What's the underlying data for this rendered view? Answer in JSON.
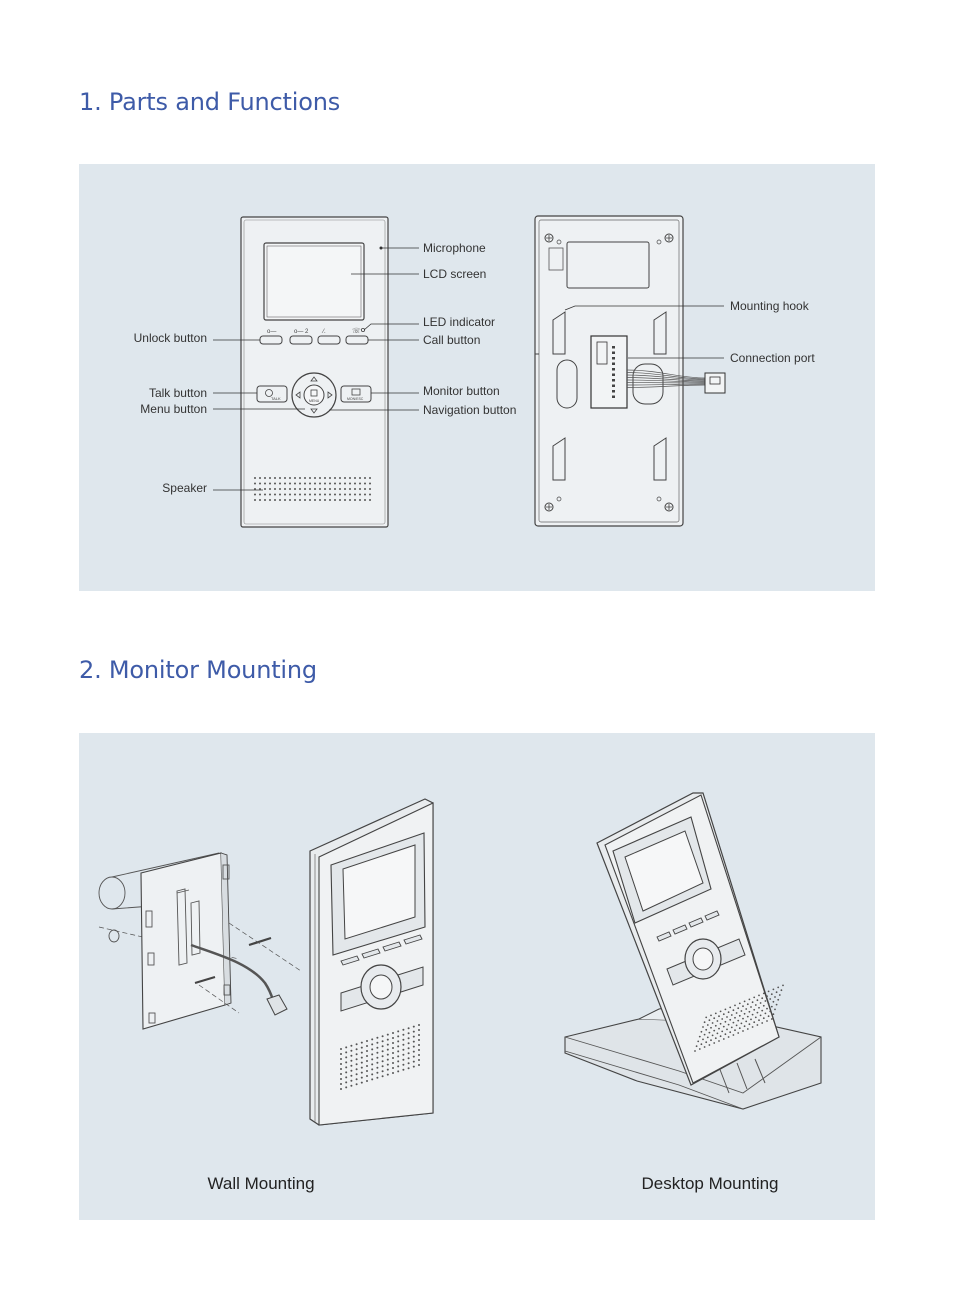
{
  "section1": {
    "title": "1. Parts and Functions",
    "labels": {
      "microphone": "Microphone",
      "lcd_screen": "LCD screen",
      "led_indicator": "LED indicator",
      "call_button": "Call button",
      "unlock_button": "Unlock button",
      "talk_button": "Talk button",
      "menu_button": "Menu button",
      "monitor_button": "Monitor button",
      "navigation_button": "Navigation button",
      "speaker": "Speaker",
      "mounting_hook": "Mounting hook",
      "connection_port": "Connection port"
    }
  },
  "section2": {
    "title": "2. Monitor Mounting",
    "captions": {
      "wall": "Wall Mounting",
      "desktop": "Desktop Mounting"
    }
  },
  "colors": {
    "heading": "#3e5ba8",
    "panel_bg": "#dfe7ed"
  }
}
